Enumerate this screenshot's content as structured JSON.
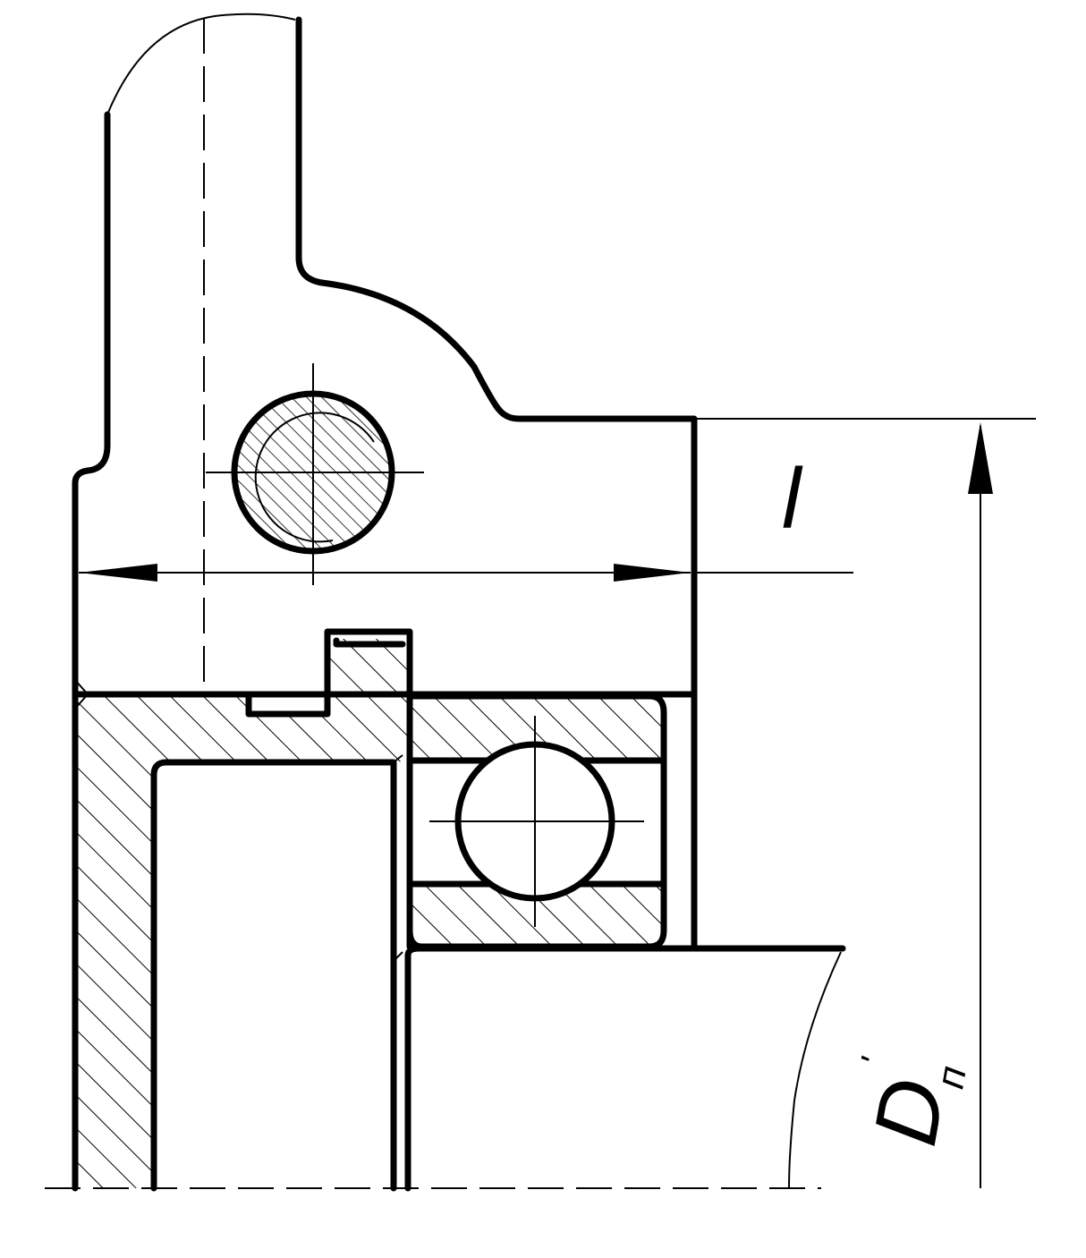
{
  "dimensions": {
    "length_label": "l",
    "diameter_label": "D",
    "diameter_subscript": "п",
    "diameter_prime": "'"
  }
}
